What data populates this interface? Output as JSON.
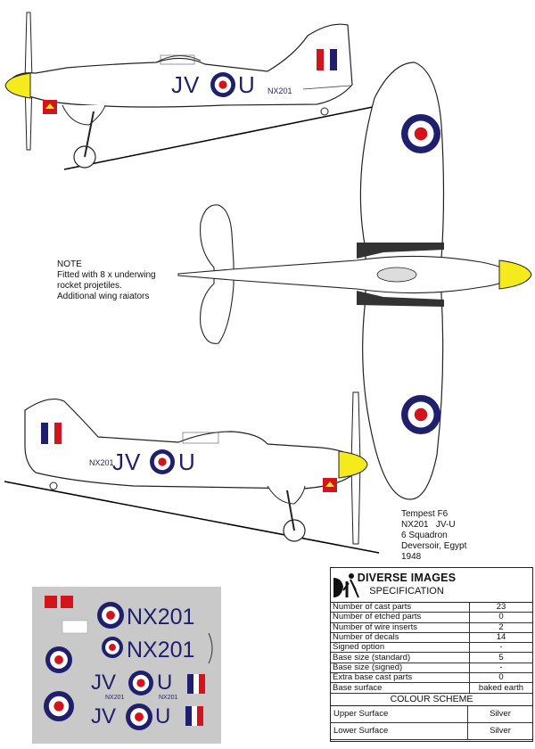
{
  "note": {
    "heading": "NOTE",
    "lines": [
      "Fitted with 8 x underwing",
      "rocket projetiles.",
      "Additional wing raiators"
    ]
  },
  "caption": {
    "lines": [
      "Tempest F6",
      "NX201   JV-U",
      "6 Squadron",
      "Deversoir, Egypt",
      "1948"
    ]
  },
  "markings": {
    "top_code": "JV",
    "top_code_letter": "U",
    "top_serial": "NX201",
    "bottom_code": "JV",
    "bottom_code_letter": "U",
    "bottom_serial": "NX201"
  },
  "decal_sheet": {
    "serial_1": "NX201",
    "serial_2": "NX201",
    "code_1": "JV",
    "code_1_letter": "U",
    "code_2": "JV",
    "code_2_letter": "U",
    "small_serial_1": "NX201",
    "small_serial_2": "NX201"
  },
  "spec": {
    "brand": "DIVERSE IMAGES",
    "title": "SPECIFICATION",
    "rows": [
      {
        "label": "Number of cast parts",
        "value": "23"
      },
      {
        "label": "Number of etched parts",
        "value": "0"
      },
      {
        "label": "Number of wire inserts",
        "value": "2"
      },
      {
        "label": "Number of decals",
        "value": "14"
      },
      {
        "label": "Signed option",
        "value": "-"
      },
      {
        "label": "Base size (standard)",
        "value": "5"
      },
      {
        "label": "Base size (signed)",
        "value": "-"
      },
      {
        "label": "Extra base cast parts",
        "value": "0"
      },
      {
        "label": "Base surface",
        "value": "baked earth"
      }
    ],
    "colour_scheme_title": "COLOUR SCHEME",
    "colour_rows": [
      {
        "label": "Upper Surface",
        "value": "Silver"
      },
      {
        "label": "Lower Surface",
        "value": "Silver"
      }
    ]
  },
  "colors": {
    "roundel_blue": "#1f1f6e",
    "roundel_red": "#d4141c",
    "spinner_yellow": "#f4ea1c",
    "decal_sheet_grey": "#c9c9c9",
    "anti_glare": "#333333"
  }
}
